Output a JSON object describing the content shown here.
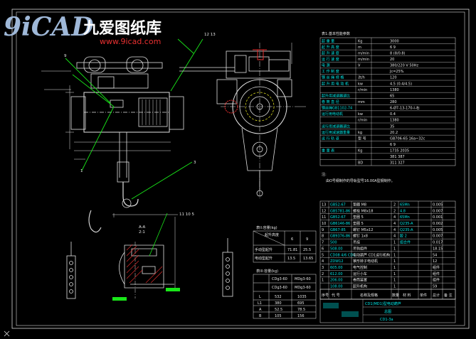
{
  "watermark": {
    "logo": "9iCAD",
    "site_name": "九爱图纸库",
    "url": "www.9icad.com"
  },
  "colors": {
    "background": "#000000",
    "frame": "#d8d8d8",
    "line": "#e0e0e0",
    "cyan": "#00e5e5",
    "green": "#19e619",
    "red": "#e83030",
    "yellow": "#d8d820"
  },
  "callouts": {
    "top": "12 13",
    "left1": "9",
    "left2": "1",
    "right1": "3",
    "mid": "11 10 5",
    "section": "A-A",
    "scale": "2:1"
  },
  "params_title": "表1:基本性能参数",
  "params_rows": [
    [
      "起 重 量",
      "Kg",
      "3000"
    ],
    [
      "起 升 高 度",
      "m",
      "6    9"
    ],
    [
      "起 升 速 度",
      "m/min",
      "8  (8/0.8)"
    ],
    [
      "运 行 速 度",
      "m/min",
      "20"
    ],
    [
      "电 源",
      "V",
      "380/220 V    50Hz"
    ],
    [
      "工 作 制 度",
      "",
      "Jc=25%"
    ],
    [
      "钢 丝 绳 规 格",
      "次/h",
      "120"
    ],
    [
      "起 升 用 电 动 机",
      "kw",
      "4.5  (0.4/4.5)"
    ],
    [
      "",
      "r/min",
      "1380"
    ],
    [
      "起升用减速器速比",
      "",
      "65"
    ],
    [
      "卷 筒 直 径",
      "mm",
      "280"
    ],
    [
      "钢丝绳GB1102-74",
      "",
      "6-Ø7-13-170-I-右"
    ],
    [
      "运行用电动机",
      "kw",
      "0.4"
    ],
    [
      "",
      "r/min",
      "1380"
    ],
    [
      "运行用减速器速比",
      "",
      "35"
    ],
    [
      "运行用减速器重量",
      "kg",
      "20.2"
    ],
    [
      "运 行 轨 道",
      "型 号",
      "GB706-65    16a~32c"
    ],
    [
      "",
      "",
      "6    9"
    ],
    [
      "重 量 表",
      "Kg",
      "1735    2035"
    ],
    [
      "",
      "",
      "381    387"
    ],
    [
      "",
      "BD",
      "311    327"
    ]
  ],
  "note_label": "注:",
  "note_text": "由O号纲制作的导轨型号16.00A型钢制作。",
  "bom_rows": [
    [
      "13",
      "GB52-67",
      "垫圈  M8",
      "2",
      "65Mn",
      "0.005"
    ],
    [
      "12",
      "GB5781-86",
      "螺栓  M8x18",
      "2",
      "4.8",
      "0.007"
    ],
    [
      "11",
      "GB52-67",
      "垫圈  5",
      "4",
      "65Mn",
      "0.001"
    ],
    [
      "10",
      "GB6146-86",
      "垫圈  5",
      "4",
      "Q235-A",
      "0.002"
    ],
    [
      "9",
      "GB67-85",
      "螺钉  M5x12",
      "4",
      "Q235-A",
      "0.005"
    ],
    [
      "8",
      "GB9376-86",
      "螺钉  1x8",
      "4",
      "胶 2",
      "0.007"
    ],
    [
      "7",
      "500",
      "吊挂",
      "1",
      "组合件",
      "0.017"
    ],
    [
      "6",
      "508.00",
      "吊钩组件",
      "1",
      "",
      "18.15"
    ],
    [
      "5",
      "CD08 4/6 CD1",
      "电动葫芦 CD1运行机构",
      "1",
      "",
      "54"
    ],
    [
      "4",
      "ZDW12",
      "锥形转子电动机",
      "1",
      "",
      "12"
    ],
    [
      "3",
      "605.00",
      "电气控制",
      "1",
      "",
      "组件"
    ],
    [
      "2",
      "612.00",
      "运行小车",
      "1",
      "",
      "组件"
    ],
    [
      "1",
      "206.00",
      "卷筒装置",
      "1",
      "",
      "组件"
    ],
    [
      "",
      "108.00",
      "起升机构",
      "1",
      "",
      "59"
    ]
  ],
  "bom_header": [
    "序号",
    "代 号",
    "名称及规格",
    "数量",
    "材 料",
    "单件",
    "总计",
    "备 注"
  ],
  "title_block": {
    "project": "CD1(MD1)型电动葫芦",
    "drawing": "总图",
    "code": "CD1-3a"
  },
  "table_i": {
    "title": "表II:容量(kg)",
    "header": [
      "",
      "起升高度",
      "6",
      "9"
    ],
    "rows": [
      [
        "手动型起升",
        "",
        "71.81",
        "25.5"
      ],
      [
        "电动型起升",
        "",
        "13.5",
        "13.65"
      ]
    ]
  },
  "table_ii": {
    "title": "表III:容量(kg)",
    "header": [
      "",
      "CDg3-60",
      "MDg3-60"
    ],
    "rows": [
      [
        "",
        "CDg3-60",
        "MDg3-60"
      ],
      [
        "L",
        "532",
        "1035"
      ],
      [
        "L1",
        "380",
        "695"
      ],
      [
        "A",
        "52.5",
        "78.5"
      ],
      [
        "B",
        "105",
        "156"
      ]
    ]
  }
}
